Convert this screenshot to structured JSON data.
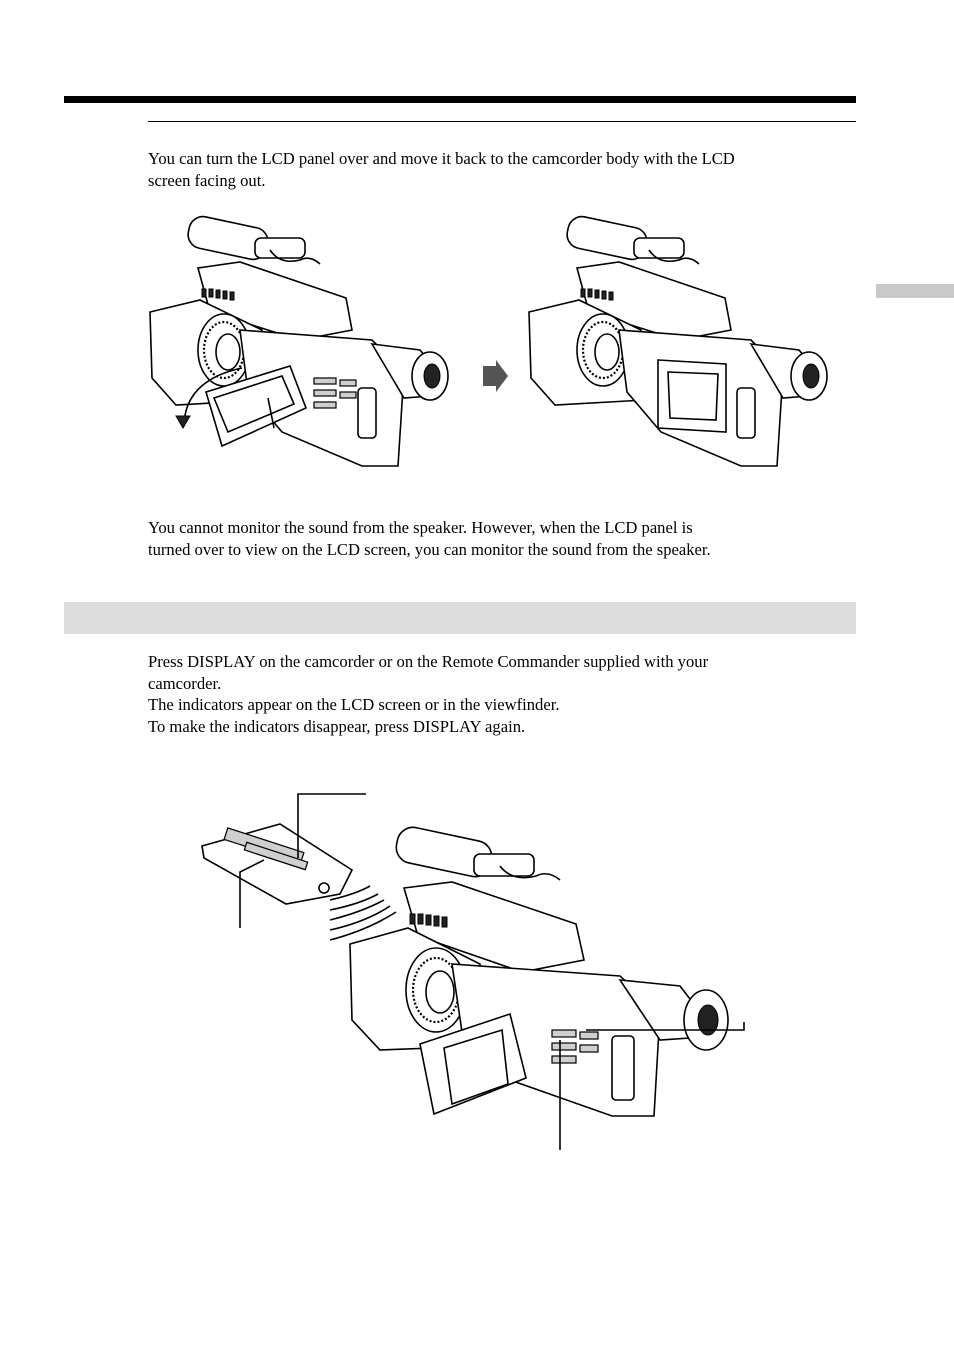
{
  "sections": {
    "flip_panel": {
      "text_lines": [
        "You can turn the LCD panel over and move it back to the camcorder body with the LCD",
        "screen facing out."
      ],
      "note_lines": [
        "You cannot monitor the sound from the speaker. However, when the LCD panel is",
        "turned over to view on the LCD screen, you can monitor the sound from the speaker."
      ]
    },
    "display": {
      "text_lines": [
        "Press DISPLAY on the camcorder or on the Remote Commander supplied with your",
        "camcorder.",
        "The indicators appear on the LCD screen or in the viewfinder.",
        "To make the indicators disappear, press DISPLAY again."
      ]
    }
  },
  "icons": [
    "arrow-right-icon",
    "rotate-arrow-icon"
  ],
  "colors": {
    "rule": "#000000",
    "section_bar": "#dcdcdc",
    "side_tab": "#c9c9c9"
  }
}
